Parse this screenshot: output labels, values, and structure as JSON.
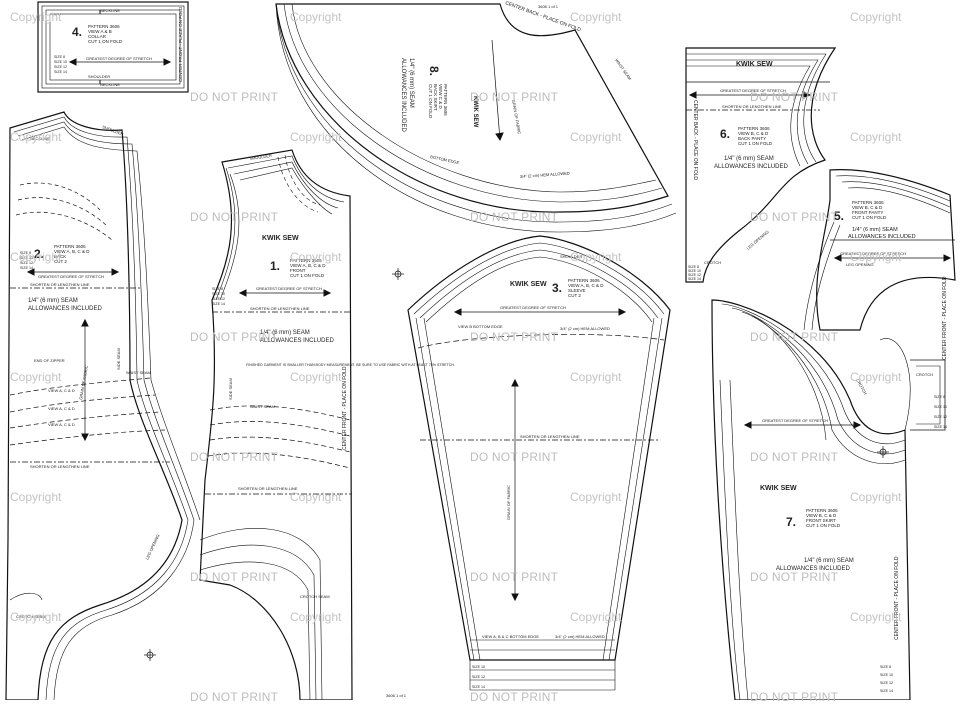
{
  "watermarks": {
    "copyright": "Copyright",
    "do_not_print": "DO NOT PRINT"
  },
  "brand": {
    "logo": "KWIK SEW"
  },
  "pieces": {
    "collar": {
      "number": "4.",
      "pattern": "PATTERN 3606",
      "views": "VIEW A & B",
      "name": "COLLAR",
      "cut": "CUT 1 ON FOLD",
      "top_label": "NECKLINE",
      "shoulder_label": "SHOULDER",
      "bottom_label": "NECKLINE",
      "side_label": "CENTER FRONT - PLACE ON FOLD",
      "stretch_label": "GREATEST DEGREE OF STRETCH",
      "sizes": [
        "SIZE 8",
        "SIZE 10",
        "SIZE 12",
        "SIZE 14"
      ]
    },
    "back_bodice": {
      "number": "2.",
      "pattern": "PATTERN 3606",
      "views": "VIEW A, B, C & D",
      "name": "BACK",
      "cut": "CUT 2",
      "neckline": "NECKLINE",
      "shoulder": "SHOULDER",
      "stretch_label": "GREATEST DEGREE OF STRETCH",
      "shorten": "SHORTEN OR LENGTHEN LINE",
      "seam": "1/4\" (6 mm) SEAM",
      "allowances": "ALLOWANCES INCLUDED",
      "end_zipper": "END OF ZIPPER",
      "side_seam": "SIDE SEAM",
      "waist_seam": "WAIST SEAM",
      "crotch_seam": "CROTCH SEAM",
      "leg_opening": "LEG OPENING",
      "grain": "GRAIN OF FABRIC",
      "view_lines": [
        "VIEW A, C & D",
        "VIEW A, C & D",
        "VIEW A, C & D"
      ],
      "sizes": [
        "SIZE 8",
        "SIZE 10",
        "SIZE 12",
        "SIZE 14"
      ]
    },
    "front_bodice": {
      "number": "1.",
      "pattern": "PATTERN 3606",
      "views": "VIEW A, B, C & D",
      "name": "FRONT",
      "cut": "CUT 1 ON FOLD",
      "shoulder": "SHOULDER",
      "stretch_label": "GREATEST DEGREE OF STRETCH",
      "shorten": "SHORTEN OR LENGTHEN LINE",
      "seam": "1/4\" (6 mm) SEAM",
      "allowances": "ALLOWANCES INCLUDED",
      "note": "FINISHED GARMENT IS SMALLER THAN BODY MEASUREMENT. BE SURE TO USE FABRIC WITH AT LEAST 75% STRETCH.",
      "side_seam": "SIDE SEAM",
      "waist_seam": "WAIST SEAM",
      "center_label": "CENTER FRONT - PLACE ON FOLD",
      "shorten_lower": "SHORTEN OR LENGTHEN LINE",
      "crotch_seam": "CROTCH SEAM",
      "sizes": [
        "SIZE 8",
        "SIZE 10",
        "SIZE 12",
        "SIZE 14"
      ]
    },
    "back_skirt": {
      "number": "8.",
      "pattern": "PATTERN 3606",
      "views": "VIEW C & D",
      "name": "BACK SKIRT",
      "cut": "CUT 1 ON FOLD",
      "seam": "1/4\" (6 mm) SEAM",
      "allowances": "ALLOWANCES INCLUDED",
      "center_label": "CENTER BACK - PLACE ON FOLD",
      "waist_seam": "WAIST SEAM",
      "bottom_edge": "BOTTOM EDGE",
      "hem_allowed": "3/4\" (2 cm) HEM ALLOWED",
      "grain": "GRAIN OF FABRIC",
      "page_id": "3606 1 of 1"
    },
    "sleeve": {
      "number": "3.",
      "pattern": "PATTERN 3606",
      "views": "VIEW A, B, C & D",
      "name": "SLEEVE",
      "cut": "CUT 2",
      "shoulder": "SHOULDER",
      "stretch_label": "GREATEST DEGREE OF STRETCH",
      "view_b_bottom": "VIEW B BOTTOM EDGE",
      "hem_allowed": "3/4\" (2 cm) HEM ALLOWED",
      "shorten": "SHORTEN OR LENGTHEN LINE",
      "grain": "GRAIN OF FABRIC",
      "bottom": "VIEW A, B & C BOTTOM EDGE",
      "hem_bottom": "3/4\" (2 cm) HEM ALLOWED",
      "sizes": [
        "SIZE 10",
        "SIZE 12",
        "SIZE 14"
      ],
      "page_id": "3606 1 of 1"
    },
    "back_panty": {
      "number": "6.",
      "pattern": "PATTERN 3606",
      "views": "VIEW B, C & D",
      "name": "BACK PANTY",
      "cut": "CUT 1 ON FOLD",
      "stretch_label": "GREATEST DEGREE OF STRETCH",
      "shorten": "SHORTEN OR LENGTHEN LINE",
      "center_label": "CENTER BACK - PLACE ON FOLD",
      "seam": "1/4\" (6 mm) SEAM",
      "allowances": "ALLOWANCES INCLUDED",
      "crotch": "CROTCH",
      "leg_opening": "LEG OPENING",
      "sizes": [
        "SIZE 8",
        "SIZE 10",
        "SIZE 12",
        "SIZE 14"
      ]
    },
    "front_panty": {
      "number": "5.",
      "pattern": "PATTERN 3606",
      "views": "VIEW B, C & D",
      "name": "FRONT PANTY",
      "cut": "CUT 1 ON FOLD",
      "seam": "1/4\" (6 mm) SEAM",
      "allowances": "ALLOWANCES INCLUDED",
      "stretch_label": "GREATEST DEGREE OF STRETCH",
      "leg_opening": "LEG OPENING",
      "crotch": "CROTCH",
      "center_label": "CENTER FRONT - PLACE ON FOLD",
      "sizes": [
        "SIZE 8",
        "SIZE 10",
        "SIZE 12",
        "SIZE 14"
      ]
    },
    "front_skirt": {
      "number": "7.",
      "pattern": "PATTERN 3606",
      "views": "VIEW B, C & D",
      "name": "FRONT SKIRT",
      "cut": "CUT 1 ON FOLD",
      "seam": "1/4\" (6 mm) SEAM",
      "allowances": "ALLOWANCES INCLUDED",
      "stretch_label": "GREATEST DEGREE OF STRETCH",
      "center_label": "CENTER FRONT - PLACE ON FOLD",
      "crotch": "CROTCH",
      "sizes": [
        "SIZE 8",
        "SIZE 10",
        "SIZE 12",
        "SIZE 14"
      ]
    }
  }
}
